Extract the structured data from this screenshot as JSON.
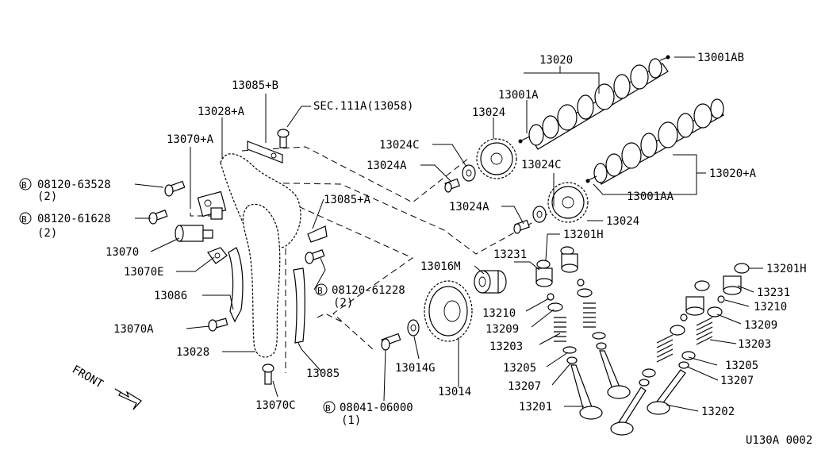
{
  "labels": {
    "l13020": "13020",
    "l13001AB": "13001AB",
    "l13001A": "13001A",
    "l13024_top": "13024",
    "l13024C_left": "13024C",
    "l13024A_left": "13024A",
    "l13024C_right": "13024C",
    "l13020A": "13020+A",
    "l13001AA": "13001AA",
    "l13024A_right": "13024A",
    "l13024_right": "13024",
    "l13201H_top": "13201H",
    "l13231_left": "13231",
    "l13016M": "13016M",
    "l13201H_right": "13201H",
    "l13231_right": "13231",
    "l13210_right": "13210",
    "l13209_right": "13209",
    "l13203_right": "13203",
    "l13205_right": "13205",
    "l13207_right": "13207",
    "l13202": "13202",
    "l13210_left": "13210",
    "l13209_left": "13209",
    "l13203_left": "13203",
    "l13205_left": "13205",
    "l13207_left": "13207",
    "l13201": "13201",
    "l13014G": "13014G",
    "l13014": "13014",
    "l08041": "08041-06000",
    "l08041_qty": "(1)",
    "l13085": "13085",
    "l13070C": "13070C",
    "l13028": "13028",
    "l13070A": "13070A",
    "l13086": "13086",
    "l13070E": "13070E",
    "l13070": "13070",
    "l08120_61628": "08120-61628",
    "l08120_61628_qty": "(2)",
    "l08120_63528": "08120-63528",
    "l08120_63528_qty": "(2)",
    "l13070A_top": "13070+A",
    "l13028A": "13028+A",
    "l13085B": "13085+B",
    "lsec": "SEC.111A(13058)",
    "l13085A": "13085+A",
    "l08120_61228": "08120-61228",
    "l08120_61228_qty": "(2)",
    "front": "FRONT",
    "bolt_marker": "B",
    "figure_code": "U130A 0002"
  }
}
